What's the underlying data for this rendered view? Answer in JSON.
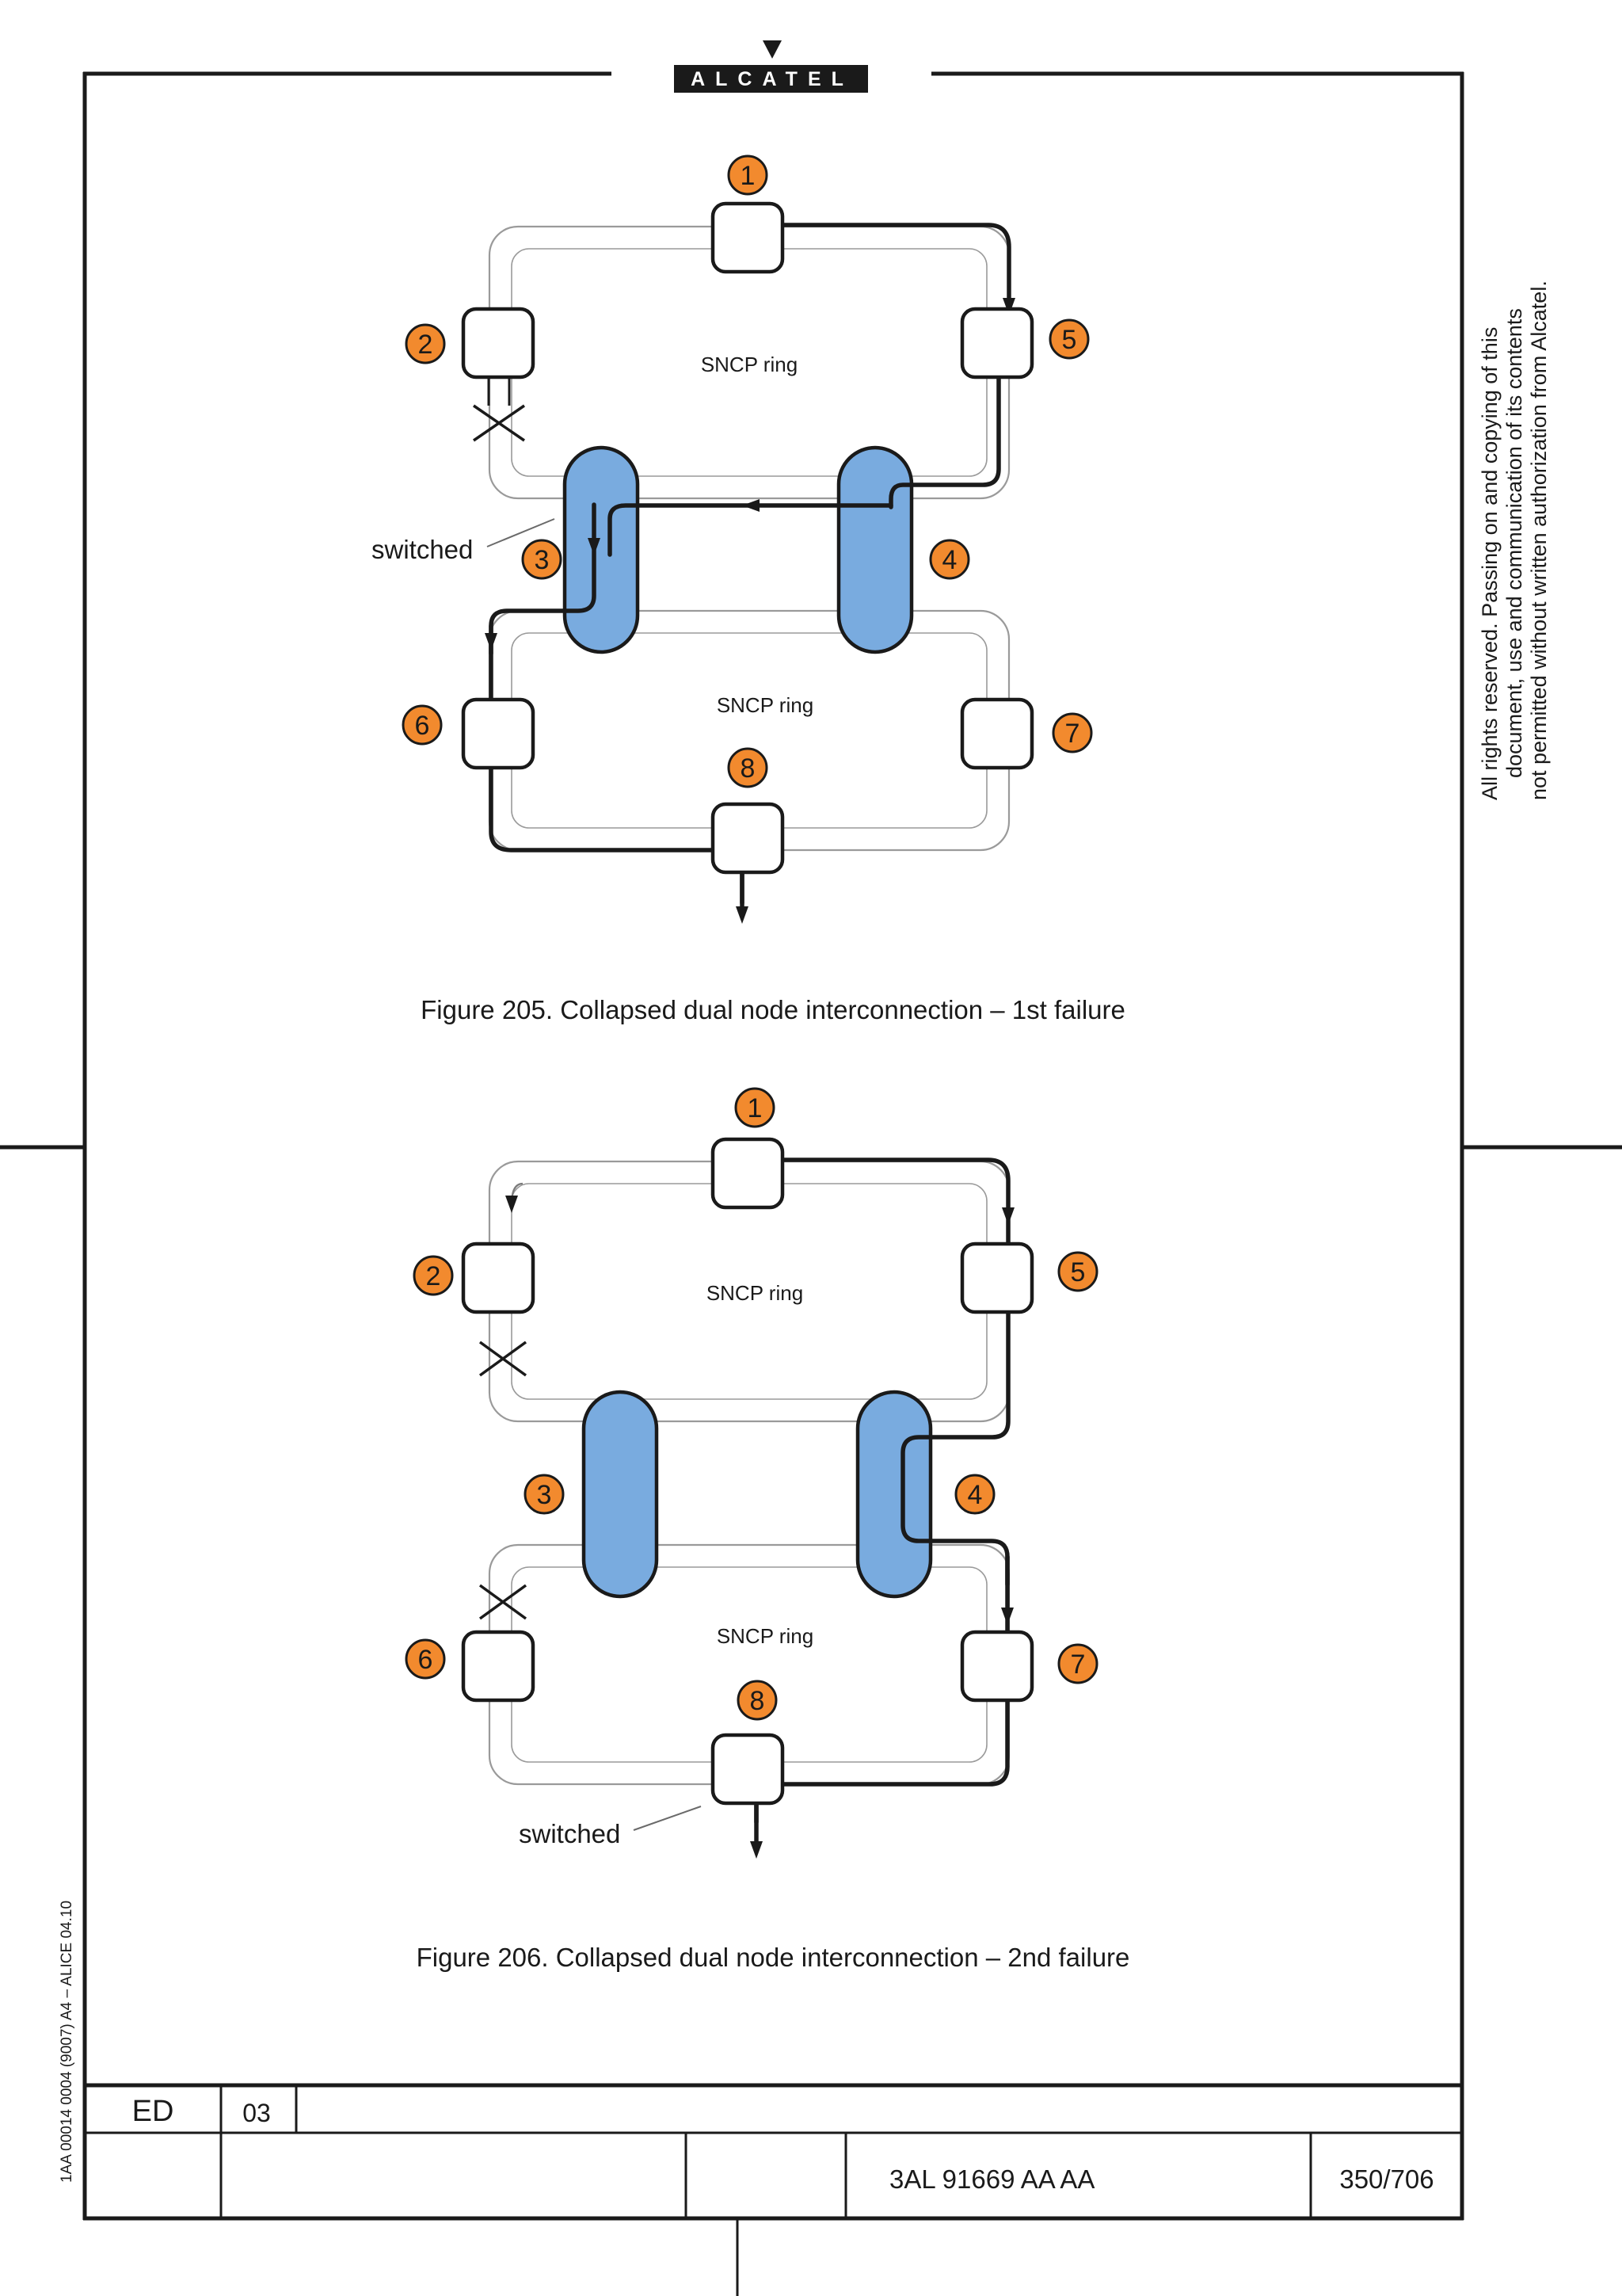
{
  "header": {
    "logo_text": "ALCATEL"
  },
  "side_notice": {
    "line1": "All rights reserved. Passing on and copying of this",
    "line2": "document, use and communication of its contents",
    "line3": "not permitted without written authorization from Alcatel."
  },
  "left_margin_code": "1AA 00014 0004 (9007) A4 – ALICE 04.10",
  "figure1": {
    "caption": "Figure 205. Collapsed dual node interconnection – 1st failure",
    "upper_ring_label": "SNCP ring",
    "lower_ring_label": "SNCP ring",
    "switched_label": "switched",
    "node_numbers": [
      "1",
      "2",
      "3",
      "4",
      "5",
      "6",
      "7",
      "8"
    ]
  },
  "figure2": {
    "caption": "Figure 206. Collapsed dual node interconnection – 2nd failure",
    "upper_ring_label": "SNCP ring",
    "lower_ring_label": "SNCP ring",
    "switched_label": "switched",
    "node_numbers": [
      "1",
      "2",
      "3",
      "4",
      "5",
      "6",
      "7",
      "8"
    ]
  },
  "footer": {
    "ed_label": "ED",
    "ed_value": "03",
    "doc_code": "3AL 91669 AA  AA",
    "page": "350/706"
  },
  "colors": {
    "badge": "#f28a2e",
    "interconnect_node": "#79abdf"
  }
}
